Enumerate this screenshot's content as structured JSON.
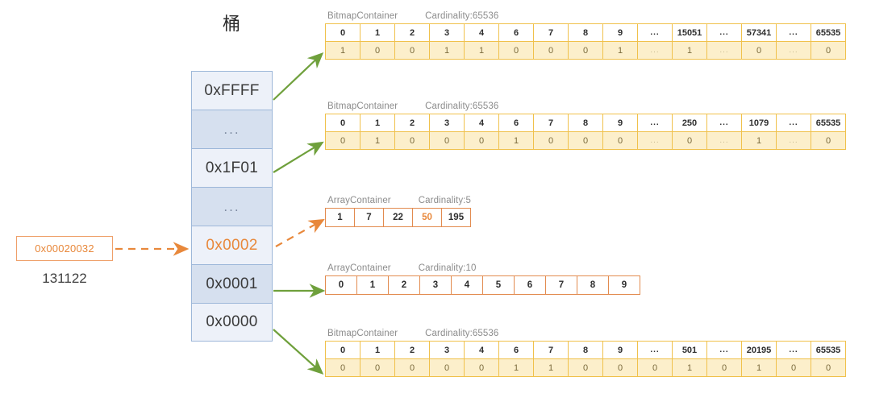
{
  "source": {
    "hex_label": "0x00020032",
    "decimal_label": "131122",
    "accent_color": "#E8883B"
  },
  "bucket": {
    "title": "桶",
    "cells": [
      {
        "label": "0xFFFF",
        "shade": "light",
        "highlight": false
      },
      {
        "label": "...",
        "shade": "dark",
        "highlight": false
      },
      {
        "label": "0x1F01",
        "shade": "light",
        "highlight": false
      },
      {
        "label": "...",
        "shade": "dark",
        "highlight": false
      },
      {
        "label": "0x0002",
        "shade": "light",
        "highlight": true
      },
      {
        "label": "0x0001",
        "shade": "dark",
        "highlight": false
      },
      {
        "label": "0x0000",
        "shade": "light",
        "highlight": false
      }
    ]
  },
  "containers": [
    {
      "id": "bitmap-top",
      "type": "BitmapContainer",
      "type_label": "BitmapContainer",
      "cardinality_label": "Cardinality:65536",
      "cardinality": 65536,
      "headers": [
        "0",
        "1",
        "2",
        "3",
        "4",
        "6",
        "7",
        "8",
        "9",
        "...",
        "15051",
        "...",
        "57341",
        "...",
        "65535"
      ],
      "values": [
        "1",
        "0",
        "0",
        "1",
        "1",
        "0",
        "0",
        "0",
        "1",
        "...",
        "1",
        "...",
        "0",
        "...",
        "0"
      ]
    },
    {
      "id": "bitmap-second",
      "type": "BitmapContainer",
      "type_label": "BitmapContainer",
      "cardinality_label": "Cardinality:65536",
      "cardinality": 65536,
      "headers": [
        "0",
        "1",
        "2",
        "3",
        "4",
        "6",
        "7",
        "8",
        "9",
        "...",
        "250",
        "...",
        "1079",
        "...",
        "65535"
      ],
      "values": [
        "0",
        "1",
        "0",
        "0",
        "0",
        "1",
        "0",
        "0",
        "0",
        "...",
        "0",
        "...",
        "1",
        "...",
        "0"
      ]
    },
    {
      "id": "array-five",
      "type": "ArrayContainer",
      "type_label": "ArrayContainer",
      "cardinality_label": "Cardinality:5",
      "cardinality": 5,
      "values": [
        "1",
        "7",
        "22",
        "50",
        "195"
      ],
      "highlight_index": 3
    },
    {
      "id": "array-ten",
      "type": "ArrayContainer",
      "type_label": "ArrayContainer",
      "cardinality_label": "Cardinality:10",
      "cardinality": 10,
      "values": [
        "0",
        "1",
        "2",
        "3",
        "4",
        "5",
        "6",
        "7",
        "8",
        "9"
      ],
      "highlight_index": -1
    },
    {
      "id": "bitmap-bottom",
      "type": "BitmapContainer",
      "type_label": "BitmapContainer",
      "cardinality_label": "Cardinality:65536",
      "cardinality": 65536,
      "headers": [
        "0",
        "1",
        "2",
        "3",
        "4",
        "6",
        "7",
        "8",
        "9",
        "...",
        "501",
        "...",
        "20195",
        "...",
        "65535"
      ],
      "values": [
        "0",
        "0",
        "0",
        "0",
        "0",
        "1",
        "1",
        "0",
        "0",
        "0",
        "1",
        "0",
        "1",
        "0",
        "0"
      ]
    }
  ],
  "connectors": [
    {
      "name": "source-to-bucket",
      "style": "dashed",
      "color": "#E8883B"
    },
    {
      "name": "bucket-ffff-to-bitmap-top",
      "style": "solid",
      "color": "#6FA03C"
    },
    {
      "name": "bucket-1f01-to-bitmap-second",
      "style": "solid",
      "color": "#6FA03C"
    },
    {
      "name": "bucket-0002-to-array-five",
      "style": "dashed",
      "color": "#E8883B"
    },
    {
      "name": "bucket-0001-to-array-ten",
      "style": "solid",
      "color": "#6FA03C"
    },
    {
      "name": "bucket-0000-to-bitmap-bottom",
      "style": "solid",
      "color": "#6FA03C"
    }
  ]
}
